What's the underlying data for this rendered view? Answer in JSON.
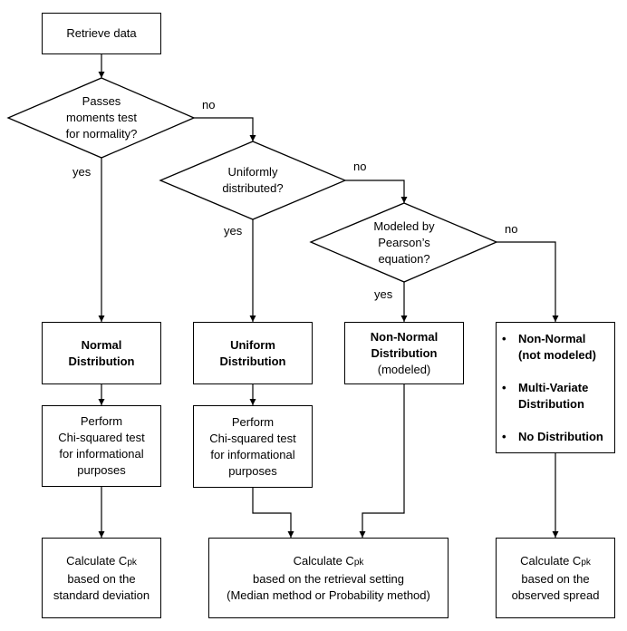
{
  "nodes": {
    "retrieve": "Retrieve data",
    "d_normality": [
      "Passes",
      "moments test",
      "for normality?"
    ],
    "d_uniform": [
      "Uniformly",
      "distributed?"
    ],
    "d_pearson": [
      "Modeled by",
      "Pearson’s",
      "equation?"
    ],
    "normal_dist": [
      "Normal",
      "Distribution"
    ],
    "uniform_dist": [
      "Uniform",
      "Distribution"
    ],
    "nonnormal_modeled": {
      "bold": [
        "Non-Normal",
        "Distribution"
      ],
      "plain": "(modeled)"
    },
    "other_list": [
      [
        "Non-Normal",
        "(not modeled)"
      ],
      [
        "Multi-Variate",
        "Distribution"
      ],
      [
        "No Distribution"
      ]
    ],
    "chi_test_1": [
      "Perform",
      "Chi-squared test",
      "for informational",
      "purposes"
    ],
    "chi_test_2": [
      "Perform",
      "Chi-squared test",
      "for informational",
      "purposes"
    ],
    "calc_std": {
      "prefix": "Calculate C",
      "sub": "pk",
      "lines": [
        "based on the",
        "standard deviation"
      ]
    },
    "calc_retrieval": {
      "prefix": "Calculate C",
      "sub": "pk",
      "lines": [
        "based on the retrieval setting",
        "(Median method or Probability method)"
      ]
    },
    "calc_spread": {
      "prefix": "Calculate C",
      "sub": "pk",
      "lines": [
        "based on the",
        "observed spread"
      ]
    }
  },
  "edge_labels": {
    "no_1": "no",
    "yes_1": "yes",
    "no_2": "no",
    "yes_2": "yes",
    "no_3": "no",
    "yes_3": "yes"
  }
}
